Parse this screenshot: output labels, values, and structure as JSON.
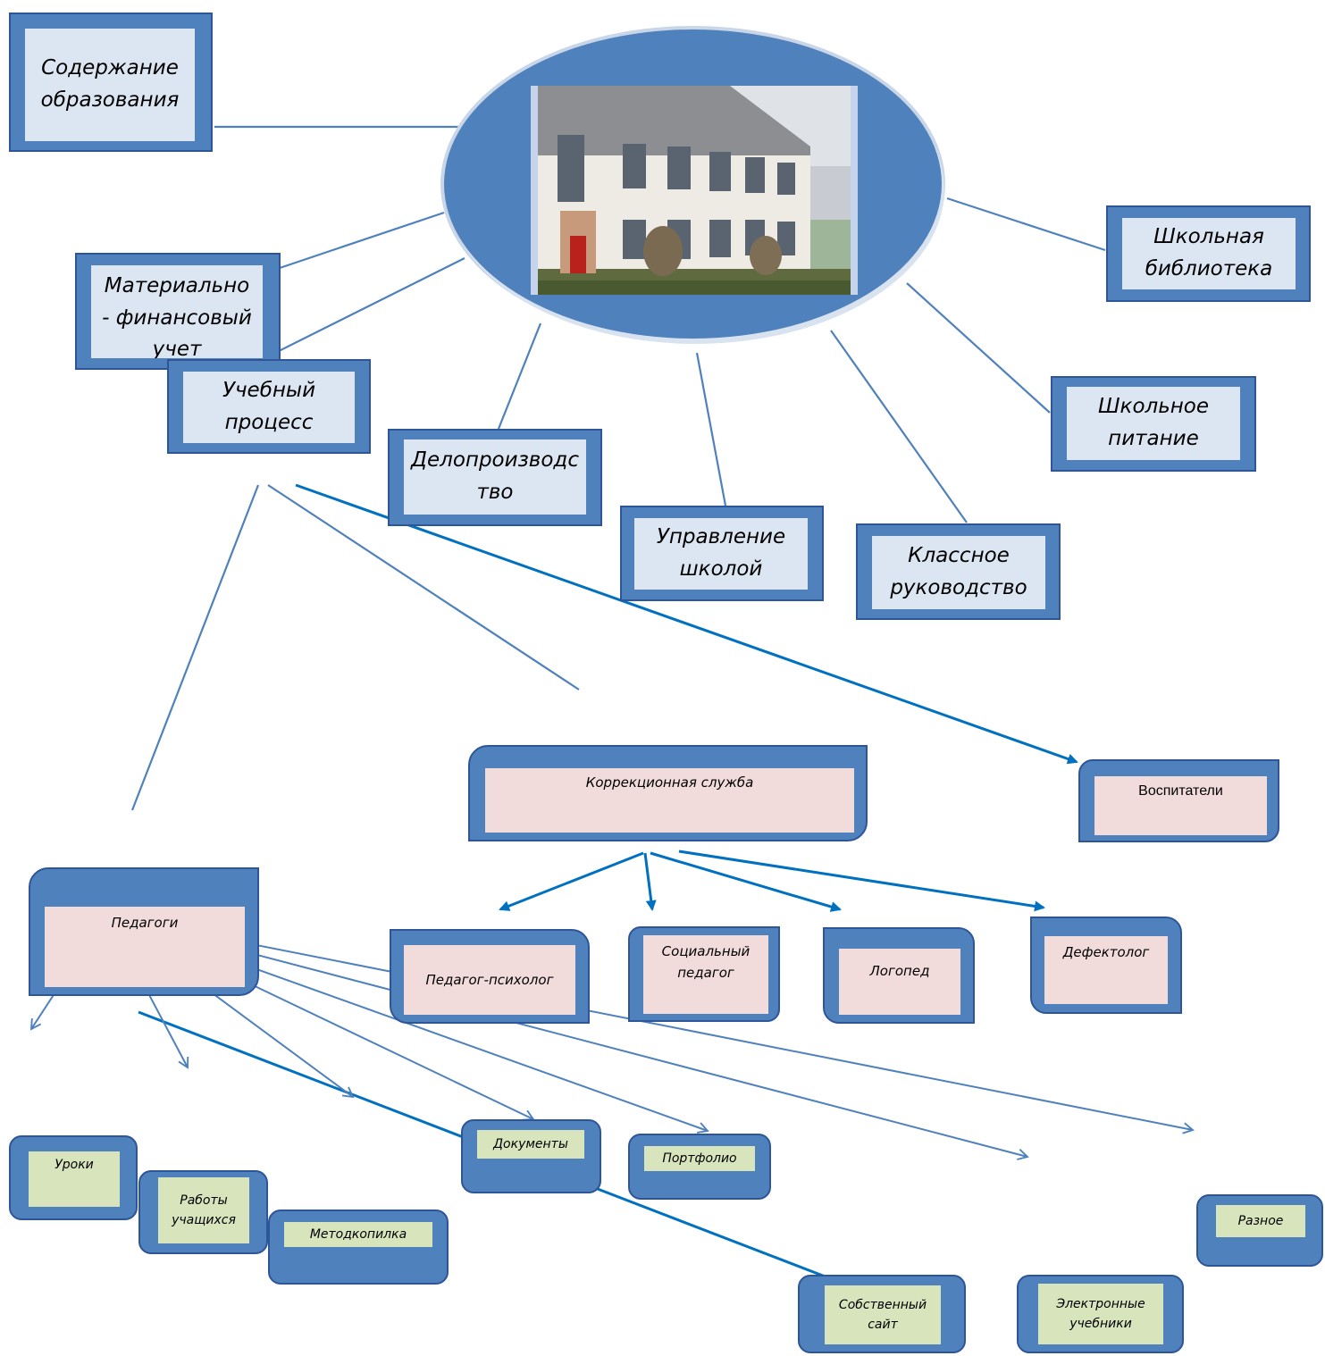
{
  "center": {
    "image": "school-building-photo"
  },
  "nodes": {
    "soderzhanie": "Содержание\nобразования",
    "material": "Материально\n- финансовый\nучет",
    "uchebny": "Учебный\nпроцесс",
    "deloproizvodstvo": "Делопроизводс\nтво",
    "upravlenie": "Управление\nшколой",
    "klassnoe": "Классное\nруководство",
    "pitanie": "Школьное\nпитание",
    "biblioteka": "Школьная\nбиблиотека",
    "korrekcionnaya": "Коррекционная служба",
    "vospitateli": "Воспитатели",
    "pedagogi": "Педагоги",
    "psiholog": "Педагог-психолог",
    "socialny": "Социальный\nпедагог",
    "logoped": "Логопед",
    "defektolog": "Дефектолог",
    "uroki": "Уроки",
    "raboty": "Работы\nучащихся",
    "metodkopilka": "Методкопилка",
    "dokumenty": "Документы",
    "portfolio": "Портфолио",
    "sajt": "Собственный\nсайт",
    "uchebniki": "Электронные\nучебники",
    "raznoe": "Разное"
  },
  "colors": {
    "frame": "#4f81bd",
    "frame_border": "#2e5597",
    "fill_blue": "#dce6f2",
    "fill_pink": "#f2dcdb",
    "fill_green": "#d8e4bc",
    "connector": "#4f81bd",
    "arrow_dark": "#0070c0"
  }
}
